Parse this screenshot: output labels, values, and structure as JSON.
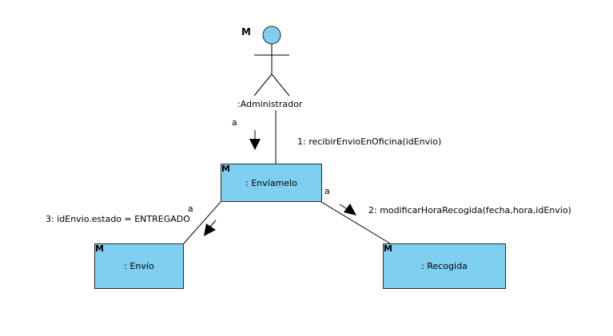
{
  "actor": {
    "name": ":Administrador",
    "mark": "M"
  },
  "objects": {
    "enviamelo": {
      "label": ": Envíamelo",
      "mark": "M"
    },
    "envio": {
      "label": ": Envío",
      "mark": "M"
    },
    "recogida": {
      "label": ": Recogida",
      "mark": "M"
    }
  },
  "messages": [
    {
      "label": "1: recibirEnvioEnOficina(idEnvio)",
      "stereotype": "a"
    },
    {
      "label": "2: modificarHoraRecogida(fecha,hora,idEnvio)",
      "stereotype": "a"
    },
    {
      "label": "3: idEnvio.estado = ENTREGADO",
      "stereotype": "a"
    }
  ],
  "colors": {
    "object_fill": "#7ecff0",
    "actor_head": "#7ecff0",
    "line": "#000000"
  }
}
